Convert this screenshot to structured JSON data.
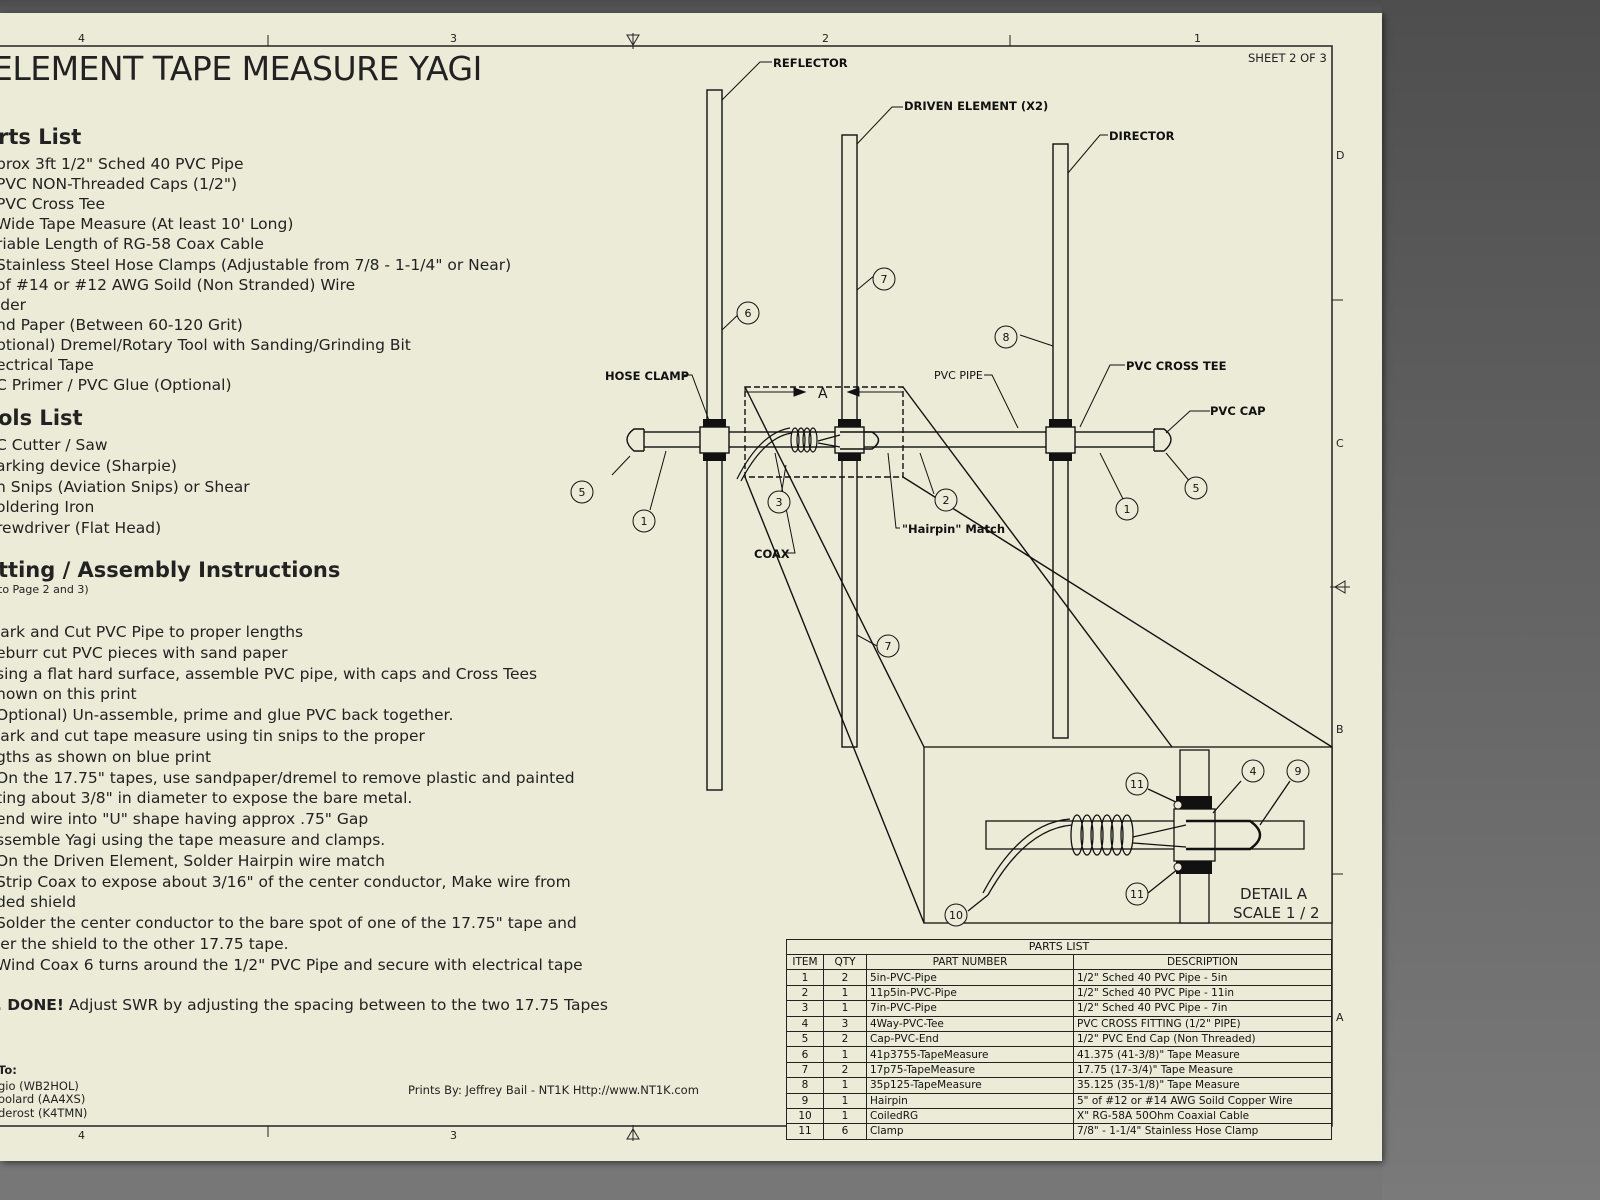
{
  "sheet": {
    "title": "ELEMENT TAPE MEASURE YAGI",
    "sheet_label": "SHEET 2 OF 3",
    "zones_top": [
      "4",
      "3",
      "2",
      "1"
    ],
    "zones_side": [
      "D",
      "C",
      "B",
      "A"
    ]
  },
  "parts_list": {
    "heading": "rts List",
    "items": [
      "prox 3ft 1/2\" Sched 40 PVC Pipe",
      "PVC NON-Threaded Caps (1/2\")",
      "PVC Cross Tee",
      " Wide Tape Measure (At least 10' Long)",
      "riable Length of RG-58 Coax Cable",
      "Stainless Steel Hose Clamps (Adjustable from 7/8 - 1-1/4\" or Near)",
      " of #14 or #12 AWG Soild (Non Stranded) Wire",
      "lder",
      "nd Paper (Between 60-120 Grit)",
      "ptional) Dremel/Rotary Tool with Sanding/Grinding Bit",
      "ectrical Tape",
      "C Primer / PVC Glue (Optional)"
    ]
  },
  "tools_list": {
    "heading": "ols List",
    "items": [
      "C Cutter / Saw",
      "arking device (Sharpie)",
      "n Snips (Aviation Snips) or Shear",
      "oldering Iron",
      "rewdriver (Flat Head)"
    ]
  },
  "instructions": {
    "heading": "tting / Assembly Instructions",
    "subheading": " to Page 2 and 3)",
    "steps": [
      "lark and Cut PVC Pipe to proper lengths",
      "eburr cut PVC pieces with sand paper",
      "sing a flat hard surface, assemble PVC pipe, with caps and Cross Tees",
      "hown on this print",
      "Optional) Un-assemble, prime and glue PVC back together.",
      "lark and cut tape measure using tin snips to the proper",
      "gths as shown on blue print",
      "On the 17.75\" tapes, use sandpaper/dremel to remove plastic and painted",
      "ting about 3/8\" in diameter to expose the bare metal.",
      "end wire into \"U\" shape having approx .75\" Gap",
      "ssemble Yagi using the tape measure and clamps.",
      "On the Driven Element, Solder Hairpin wire match",
      "Strip Coax to expose about 3/16\" of the center conductor, Make wire from",
      "ded shield",
      "Solder the center conductor to the bare spot of one of the 17.75\" tape and",
      "ler the shield to the other 17.75 tape.",
      "Wind Coax 6 turns around the 1/2\" PVC Pipe and secure with electrical tape"
    ],
    "done_bold": ". DONE!",
    "done_text": " Adjust SWR by adjusting the spacing between to the two 17.75 Tapes"
  },
  "credits": {
    "heading": "To:",
    "names": [
      "gio (WB2HOL)",
      "oolard (AA4XS)",
      "derost (K4TMN)"
    ],
    "prints_by": "Prints By: Jeffrey Bail - NT1K  Http://www.NT1K.com"
  },
  "drawing": {
    "labels": {
      "reflector": "REFLECTOR",
      "driven": "DRIVEN ELEMENT (X2)",
      "director": "DIRECTOR",
      "hose_clamp": "HOSE CLAMP",
      "pvc_pipe": "PVC PIPE",
      "pvc_cross_tee": "PVC CROSS TEE",
      "pvc_cap": "PVC CAP",
      "hairpin": "\"Hairpin\" Match",
      "coax": "COAX",
      "section_a": "A"
    },
    "balloons": [
      "1",
      "1",
      "2",
      "3",
      "5",
      "5",
      "6",
      "7",
      "7",
      "8",
      "4",
      "9",
      "10",
      "11",
      "11"
    ],
    "detail_title": "DETAIL  A",
    "detail_scale": "SCALE 1 / 2"
  },
  "bom": {
    "caption": "PARTS LIST",
    "headers": [
      "ITEM",
      "QTY",
      "PART NUMBER",
      "DESCRIPTION"
    ],
    "rows": [
      [
        "1",
        "2",
        "5in-PVC-Pipe",
        "1/2\" Sched 40 PVC Pipe - 5in"
      ],
      [
        "2",
        "1",
        "11p5in-PVC-Pipe",
        "1/2\" Sched 40 PVC Pipe - 11in"
      ],
      [
        "3",
        "1",
        "7in-PVC-Pipe",
        "1/2\" Sched 40 PVC Pipe - 7in"
      ],
      [
        "4",
        "3",
        "4Way-PVC-Tee",
        "PVC CROSS FITTING (1/2\" PIPE)"
      ],
      [
        "5",
        "2",
        "Cap-PVC-End",
        "1/2\" PVC End Cap (Non Threaded)"
      ],
      [
        "6",
        "1",
        "41p3755-TapeMeasure",
        "41.375 (41-3/8)\" Tape Measure"
      ],
      [
        "7",
        "2",
        "17p75-TapeMeasure",
        "17.75 (17-3/4)\" Tape Measure"
      ],
      [
        "8",
        "1",
        "35p125-TapeMeasure",
        "35.125 (35-1/8)\" Tape Measure"
      ],
      [
        "9",
        "1",
        "Hairpin",
        "5\" of #12 or #14 AWG Soild Copper Wire"
      ],
      [
        "10",
        "1",
        "CoiledRG",
        "X\" RG-58A 50Ohm Coaxial Cable"
      ],
      [
        "11",
        "6",
        "Clamp",
        "7/8\" - 1-1/4\" Stainless  Hose Clamp"
      ]
    ]
  }
}
